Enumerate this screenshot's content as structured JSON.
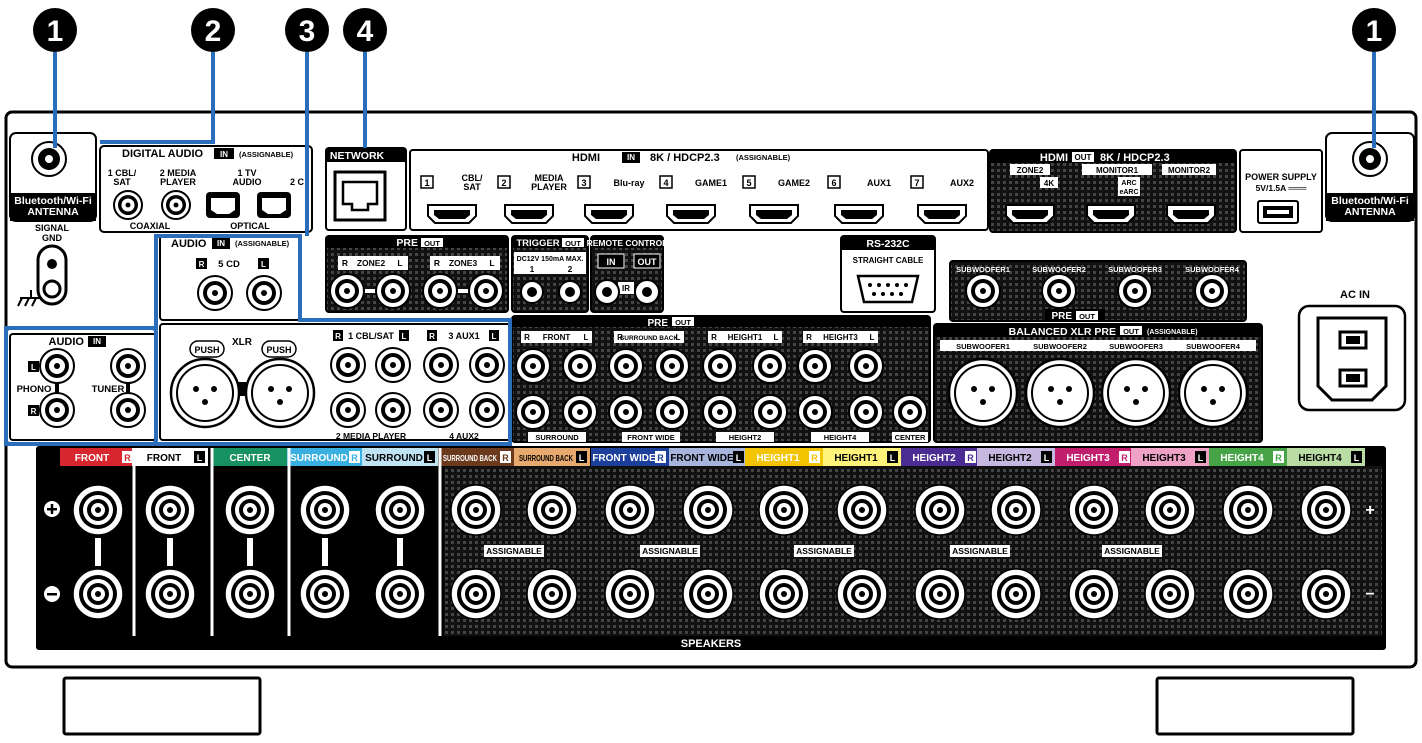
{
  "callouts": [
    "1",
    "2",
    "3",
    "4",
    "1"
  ],
  "antenna": {
    "label_line1": "Bluetooth/Wi-Fi",
    "label_line2": "ANTENNA"
  },
  "signal_gnd": {
    "line1": "SIGNAL",
    "line2": "GND"
  },
  "digital_audio": {
    "title": "DIGITAL AUDIO",
    "in_badge": "IN",
    "assignable": "(ASSIGNABLE)",
    "coax1_l1": "1 CBL/",
    "coax1_l2": "SAT",
    "coax2_l1": "2 MEDIA",
    "coax2_l2": "PLAYER",
    "opt1_l1": "1 TV",
    "opt1_l2": "AUDIO",
    "opt2": "2 C",
    "coaxial": "COAXIAL",
    "optical": "OPTICAL"
  },
  "network": {
    "title": "NETWORK"
  },
  "hdmi_in": {
    "title": "HDMI",
    "badge": "IN",
    "spec": "8K / HDCP2.3",
    "assignable": "(ASSIGNABLE)",
    "ports": [
      {
        "num": "1",
        "l1": "CBL/",
        "l2": "SAT"
      },
      {
        "num": "2",
        "l1": "MEDIA",
        "l2": "PLAYER"
      },
      {
        "num": "3",
        "l1": "Blu-ray",
        "l2": ""
      },
      {
        "num": "4",
        "l1": "GAME1",
        "l2": ""
      },
      {
        "num": "5",
        "l1": "GAME2",
        "l2": ""
      },
      {
        "num": "6",
        "l1": "AUX1",
        "l2": ""
      },
      {
        "num": "7",
        "l1": "AUX2",
        "l2": ""
      }
    ]
  },
  "hdmi_out": {
    "title": "HDMI",
    "badge": "OUT",
    "spec": "8K / HDCP2.3",
    "zone2": "ZONE2",
    "k4": "4K",
    "monitor1": "MONITOR1",
    "arc": "ARC",
    "earc": "eARC",
    "monitor2": "MONITOR2"
  },
  "power_supply": {
    "line1": "POWER SUPPLY",
    "line2": "5V/1.5A ═══"
  },
  "audio_in_top": {
    "title": "AUDIO",
    "badge": "IN",
    "assignable": "(ASSIGNABLE)",
    "r": "R",
    "cd": "5 CD",
    "l": "L"
  },
  "pre_out_zone": {
    "title": "PRE",
    "badge": "OUT",
    "zone2": "ZONE2",
    "zone3": "ZONE3",
    "r": "R",
    "l": "L"
  },
  "trigger": {
    "title": "TRIGGER",
    "badge": "OUT",
    "spec": "DC12V 150mA MAX.",
    "one": "1",
    "two": "2"
  },
  "remote": {
    "title": "REMOTE CONTROL",
    "in": "IN",
    "out": "OUT",
    "ir": "IR"
  },
  "rs232": {
    "title": "RS-232C",
    "sub": "STRAIGHT CABLE"
  },
  "subwoofer_pre": {
    "labels": [
      "SUBWOOFER1",
      "SUBWOOFER2",
      "SUBWOOFER3",
      "SUBWOOFER4"
    ],
    "pre": "PRE",
    "out": "OUT"
  },
  "ac_in": "AC IN",
  "audio_in_left": {
    "title": "AUDIO",
    "badge": "IN",
    "phono": "PHONO",
    "tuner": "TUNER",
    "l": "L",
    "r": "R"
  },
  "xlr": {
    "label": "XLR",
    "push": "PUSH"
  },
  "rca_inputs": {
    "r": "R",
    "l": "L",
    "cbl": "1 CBL/SAT",
    "aux1": "3 AUX1",
    "media": "2 MEDIA PLAYER",
    "aux2": "4 AUX2"
  },
  "pre_out_main": {
    "title": "PRE",
    "badge": "OUT",
    "r": "R",
    "l": "L",
    "top": [
      "FRONT",
      "SURROUND BACK",
      "HEIGHT1",
      "HEIGHT3"
    ],
    "bottom": [
      "SURROUND",
      "FRONT WIDE",
      "HEIGHT2",
      "HEIGHT4",
      "CENTER"
    ]
  },
  "balanced_xlr": {
    "title": "BALANCED XLR PRE",
    "badge": "OUT",
    "assignable": "(ASSIGNABLE)",
    "labels": [
      "SUBWOOFER1",
      "SUBWOOFER2",
      "SUBWOOFER3",
      "SUBWOOFER4"
    ]
  },
  "speakers": {
    "title": "SPEAKERS",
    "assignable": "ASSIGNABLE",
    "plus": "+",
    "minus": "−",
    "channels": [
      {
        "name": "FRONT",
        "side": "R",
        "color": "#d7262e"
      },
      {
        "name": "FRONT",
        "side": "L",
        "color": "#ffffff"
      },
      {
        "name": "CENTER",
        "side": "",
        "color": "#17915f"
      },
      {
        "name": "SURROUND",
        "side": "R",
        "color": "#3ab0e1"
      },
      {
        "name": "SURROUND",
        "side": "L",
        "color": "#bfe3f3"
      },
      {
        "name": "SURROUND BACK",
        "side": "R",
        "color": "#6b3a1d"
      },
      {
        "name": "SURROUND BACK",
        "side": "L",
        "color": "#e8a96e"
      },
      {
        "name": "FRONT WIDE",
        "side": "R",
        "color": "#1d3f9c"
      },
      {
        "name": "FRONT WIDE",
        "side": "L",
        "color": "#a7b4dc"
      },
      {
        "name": "HEIGHT1",
        "side": "R",
        "color": "#f2c500"
      },
      {
        "name": "HEIGHT1",
        "side": "L",
        "color": "#fff37a"
      },
      {
        "name": "HEIGHT2",
        "side": "R",
        "color": "#4b2c92"
      },
      {
        "name": "HEIGHT2",
        "side": "L",
        "color": "#c4b7e0"
      },
      {
        "name": "HEIGHT3",
        "side": "R",
        "color": "#c11f6e"
      },
      {
        "name": "HEIGHT3",
        "side": "L",
        "color": "#f0a2c6"
      },
      {
        "name": "HEIGHT4",
        "side": "R",
        "color": "#46a447"
      },
      {
        "name": "HEIGHT4",
        "side": "L",
        "color": "#b9dda5"
      }
    ]
  },
  "colors": {
    "highlight": "#2a6ebb",
    "panel": "#000000",
    "chassis": "#ffffff"
  }
}
